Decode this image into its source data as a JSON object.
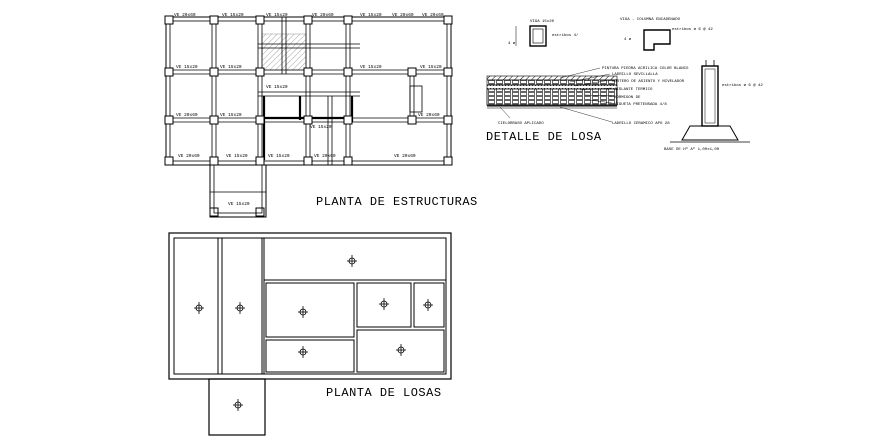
{
  "titles": {
    "structures": "PLANTA DE ESTRUCTURAS",
    "slab_detail": "DETALLE DE LOSA",
    "slabs": "PLANTA DE LOSAS"
  },
  "beam_labels": {
    "top_row": [
      "VE 20x60",
      "VE 15x20",
      "VE 15x20",
      "VE 20x60",
      "VE 15x20",
      "VE 20x60",
      "VE 20x60"
    ],
    "row2": [
      "VE 15x20",
      "VE 15x20",
      "VE 15x20",
      "VE 15x20",
      "VE 15x20"
    ],
    "row3": [
      "VE 20x60",
      "VE 15x20",
      "VE 15x20",
      "VE 20x60"
    ],
    "row4": [
      "VE 20x60",
      "VE 15x20",
      "VE 15x20",
      "VE 20x60",
      "VE 20x60"
    ],
    "extension": "VE 15x20"
  },
  "detail": {
    "viga_label": "VIGA 15x20",
    "viga_col_label": "VIGA - COLUMNA ENCADENADO",
    "rebar_top": "estribos 4/",
    "rebar_right": "estribos ø 6 @ 42",
    "rebar_col": "estribos ø 6 @ 42",
    "dim_a": "4 ø",
    "dim_b": "4 ø",
    "layers": [
      "PINTURA PIEDRA ACRILICA COLOR BLANCO",
      "LADRILLO SEVILLALLA",
      "MORTERO DE ASIENTO Y NIVELADOR",
      "AISLANTE TERMICO",
      "HORMIGON DE",
      "VIGUETA PRETENSADA 4/8",
      "LADRILLO CERAMICO APO 28"
    ],
    "bottom_left_label": "CIELORRASO APLICADO",
    "base_label": "BASE DE Hº Aº 1,00x1,00"
  }
}
